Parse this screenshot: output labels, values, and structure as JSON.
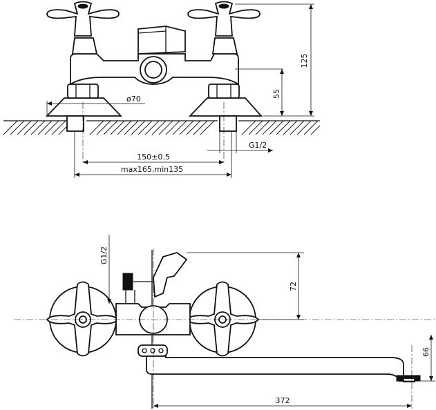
{
  "front_view": {
    "dim_height_total": "125",
    "dim_height_outlet": "55",
    "dim_flange_diameter": "ø70",
    "dim_thread": "G1/2",
    "dim_centers": "150±0.5",
    "dim_centers_range": "max165,min135"
  },
  "top_view": {
    "dim_thread": "G1/2",
    "dim_spout_offset": "72",
    "dim_spout_height": "66",
    "dim_spout_length": "372"
  }
}
